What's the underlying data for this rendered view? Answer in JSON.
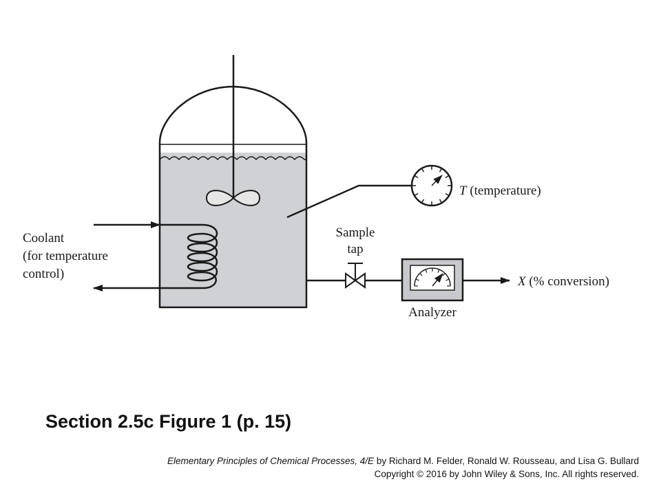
{
  "diagram": {
    "labels": {
      "coolant_line1": "Coolant",
      "coolant_line2": "(for temperature",
      "coolant_line3": "control)",
      "sample_line1": "Sample",
      "sample_line2": "tap",
      "temp_symbol": "T",
      "temp_text": " (temperature)",
      "analyzer": "Analyzer",
      "conv_symbol": "X",
      "conv_text": " (% conversion)"
    },
    "colors": {
      "liquid": "#cfd1d4",
      "analyzer_box": "#c7c9cc",
      "line": "#1a1a1a"
    }
  },
  "caption": "Section 2.5c Figure 1 (p. 15)",
  "credits": {
    "book_title": "Elementary Principles of Chemical Processes, 4/E",
    "authors": " by  Richard M. Felder, Ronald W. Rousseau, and Lisa G. Bullard",
    "copyright": "Copyright © 2016 by John Wiley & Sons, Inc.  All rights reserved."
  }
}
